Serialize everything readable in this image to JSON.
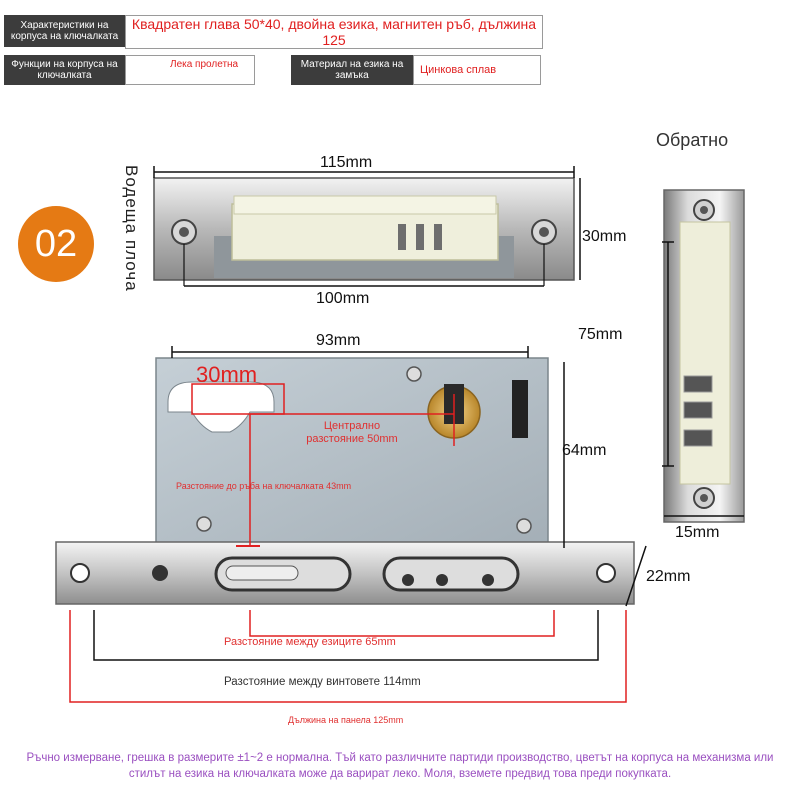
{
  "spec": {
    "row1": {
      "label": "Характеристики на корпуса на ключалката",
      "value": "Квадратен глава 50*40, двойна езика, магнитен ръб, дължина 125"
    },
    "row2": {
      "label_a": "Функции на корпуса на ключалката",
      "value_a": "Лека пролетна",
      "label_b": "Материал на езика на замъка",
      "value_b": "Цинкова сплав"
    }
  },
  "badge": "02",
  "guide_plate_label": "Водеща плоча",
  "reverse_label": "Обратно",
  "dims": {
    "plate_width": "115mm",
    "plate_height": "30mm",
    "plate_hole": "100mm",
    "body_width": "93mm",
    "backset": "30mm",
    "body_height": "64mm",
    "strike_length": "75mm",
    "strike_width": "15mm",
    "panel_width": "22mm"
  },
  "annotations": {
    "center": "Централно разстояние 50mm",
    "edge_to_keyhole": "Разстояние до ръба на ключалката 43mm",
    "tongue_distance": "Разстояние между езиците 65mm",
    "screw_distance": "Разстояние между винтовете 114mm",
    "panel_length": "Дължина на панела 125mm"
  },
  "footer": "Ръчно измерване, грешка в размерите ±1~2 е нормална. Тъй като различните партиди производство, цветът на корпуса на механизма или стилът на езика на ключалката може да варират леко. Моля, вземете предвид това преди покупката."
}
